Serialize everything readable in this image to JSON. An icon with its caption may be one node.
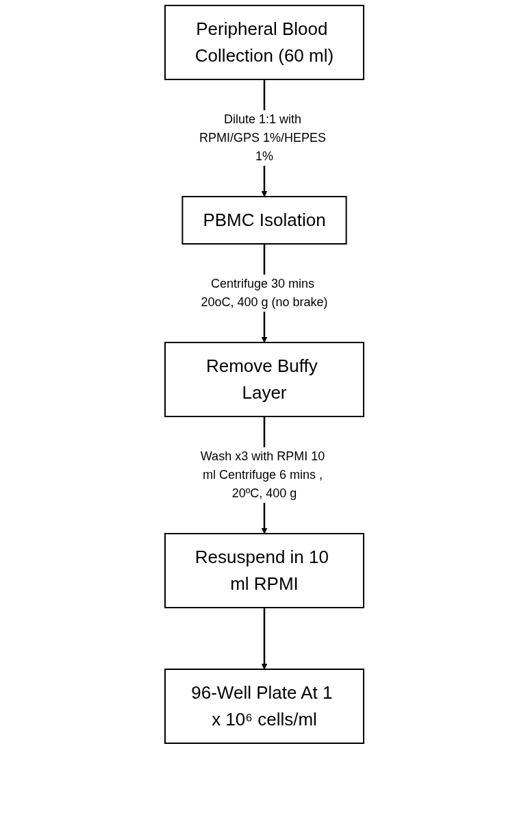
{
  "diagram": {
    "nodes": [
      {
        "text": [
          "Peripheral Blood Collection (60 ml)"
        ]
      },
      {
        "text": [
          "PBMC Isolation"
        ]
      },
      {
        "text": [
          "Remove Buffy Layer"
        ]
      },
      {
        "text": [
          "Resuspend in 10 ml RPMI"
        ]
      },
      {
        "text": [
          "96-Well Plate At 1 x 10⁶ cells/ml"
        ]
      }
    ],
    "edges": [
      {
        "from": 0,
        "to": 1,
        "arrow": "to",
        "label": "Dilute 1:1 with RPMI/GPS 1%/HEPES 1%"
      },
      {
        "from": 1,
        "to": 2,
        "arrow": "to",
        "label": "Centrifuge 30 mins 20oC, 400 g (no brake)"
      },
      {
        "from": 2,
        "to": 3,
        "arrow": "to",
        "label": "Wash x3 with RPMI 10 ml Centrifuge 6 mins , 20ºC, 400 g"
      },
      {
        "from": 3,
        "to": 4,
        "arrow": "to"
      }
    ]
  }
}
